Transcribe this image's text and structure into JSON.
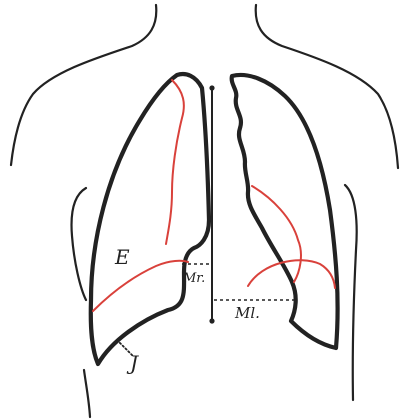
{
  "colors": {
    "ink": "#222222",
    "red": "#d9413b",
    "background": "#ffffff"
  },
  "labels": {
    "e": "E",
    "mr": "Mr.",
    "ml": "Ml.",
    "j": "J"
  }
}
